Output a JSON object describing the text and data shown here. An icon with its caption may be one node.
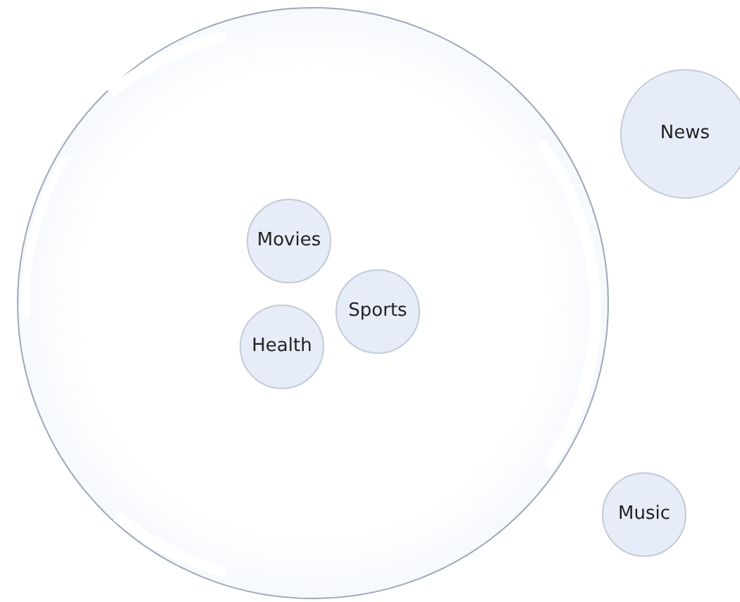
{
  "diagram": {
    "nodes": [
      {
        "text": [],
        "shape": "circle"
      },
      {
        "text": [
          "Movies"
        ],
        "in": 0
      },
      {
        "text": [
          "Sports"
        ],
        "in": 0
      },
      {
        "text": [
          "Health"
        ],
        "in": 0
      },
      {
        "text": [
          "News"
        ]
      },
      {
        "text": [
          "Music"
        ]
      }
    ]
  }
}
